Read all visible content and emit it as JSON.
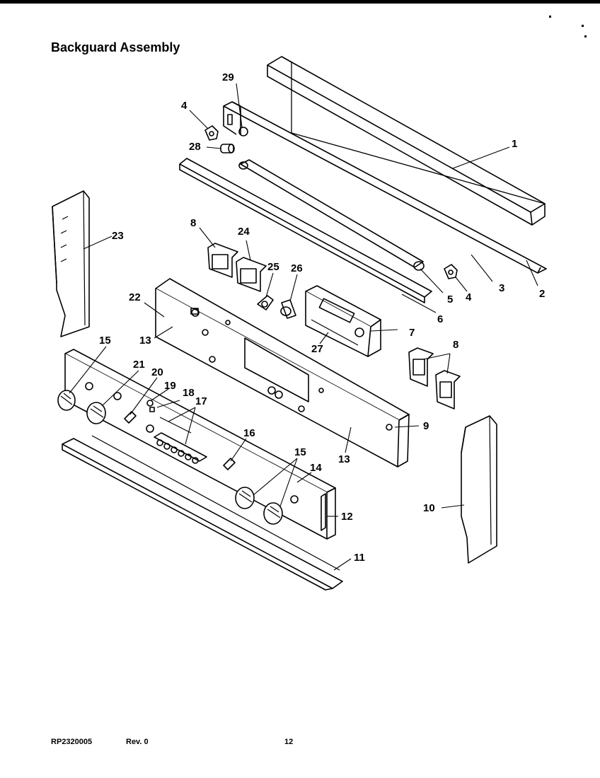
{
  "title": "Backguard Assembly",
  "part_numbers": [
    "29",
    "4",
    "28",
    "1",
    "23",
    "8",
    "24",
    "25",
    "26",
    "22",
    "13",
    "3",
    "5",
    "4",
    "2",
    "6",
    "7",
    "27",
    "8",
    "15",
    "21",
    "20",
    "19",
    "18",
    "17",
    "9",
    "16",
    "13",
    "15",
    "14",
    "10",
    "12",
    "11"
  ],
  "footer": {
    "doc_number": "RP2320005",
    "revision": "Rev. 0",
    "page": "12"
  }
}
